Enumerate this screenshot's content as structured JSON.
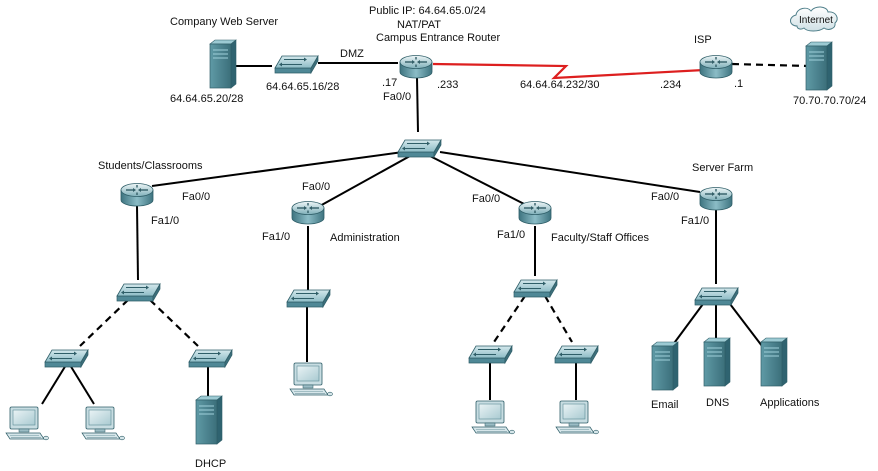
{
  "title": {
    "public_ip": "Public IP: 64.64.65.0/24",
    "nat": "NAT/PAT",
    "router_name": "Campus Entrance Router"
  },
  "labels": {
    "web_server": "Company Web Server",
    "web_server_ip": "64.64.65.20/28",
    "dmz_net": "64.64.65.16/28",
    "dmz": "DMZ",
    "ce_17": ".17",
    "ce_233": ".233",
    "ce_fa00": "Fa0/0",
    "wan_net": "64.64.64.232/30",
    "isp": "ISP",
    "isp_234": ".234",
    "isp_1": ".1",
    "internet": "Internet",
    "ext_ip": "70.70.70.70/24",
    "students": "Students/Classrooms",
    "s_fa00": "Fa0/0",
    "s_fa10": "Fa1/0",
    "a_fa00": "Fa0/0",
    "a_fa10": "Fa1/0",
    "administration": "Administration",
    "f_fa00": "Fa0/0",
    "f_fa10": "Fa1/0",
    "faculty": "Faculty/Staff Offices",
    "server_farm": "Server Farm",
    "sf_fa00": "Fa0/0",
    "sf_fa10": "Fa1/0",
    "dhcp": "DHCP",
    "email": "Email",
    "dns": "DNS",
    "applications": "Applications"
  },
  "colors": {
    "wan_link": "#dd1f1f",
    "link": "#000000",
    "device_teal": "#4f8e9a"
  }
}
